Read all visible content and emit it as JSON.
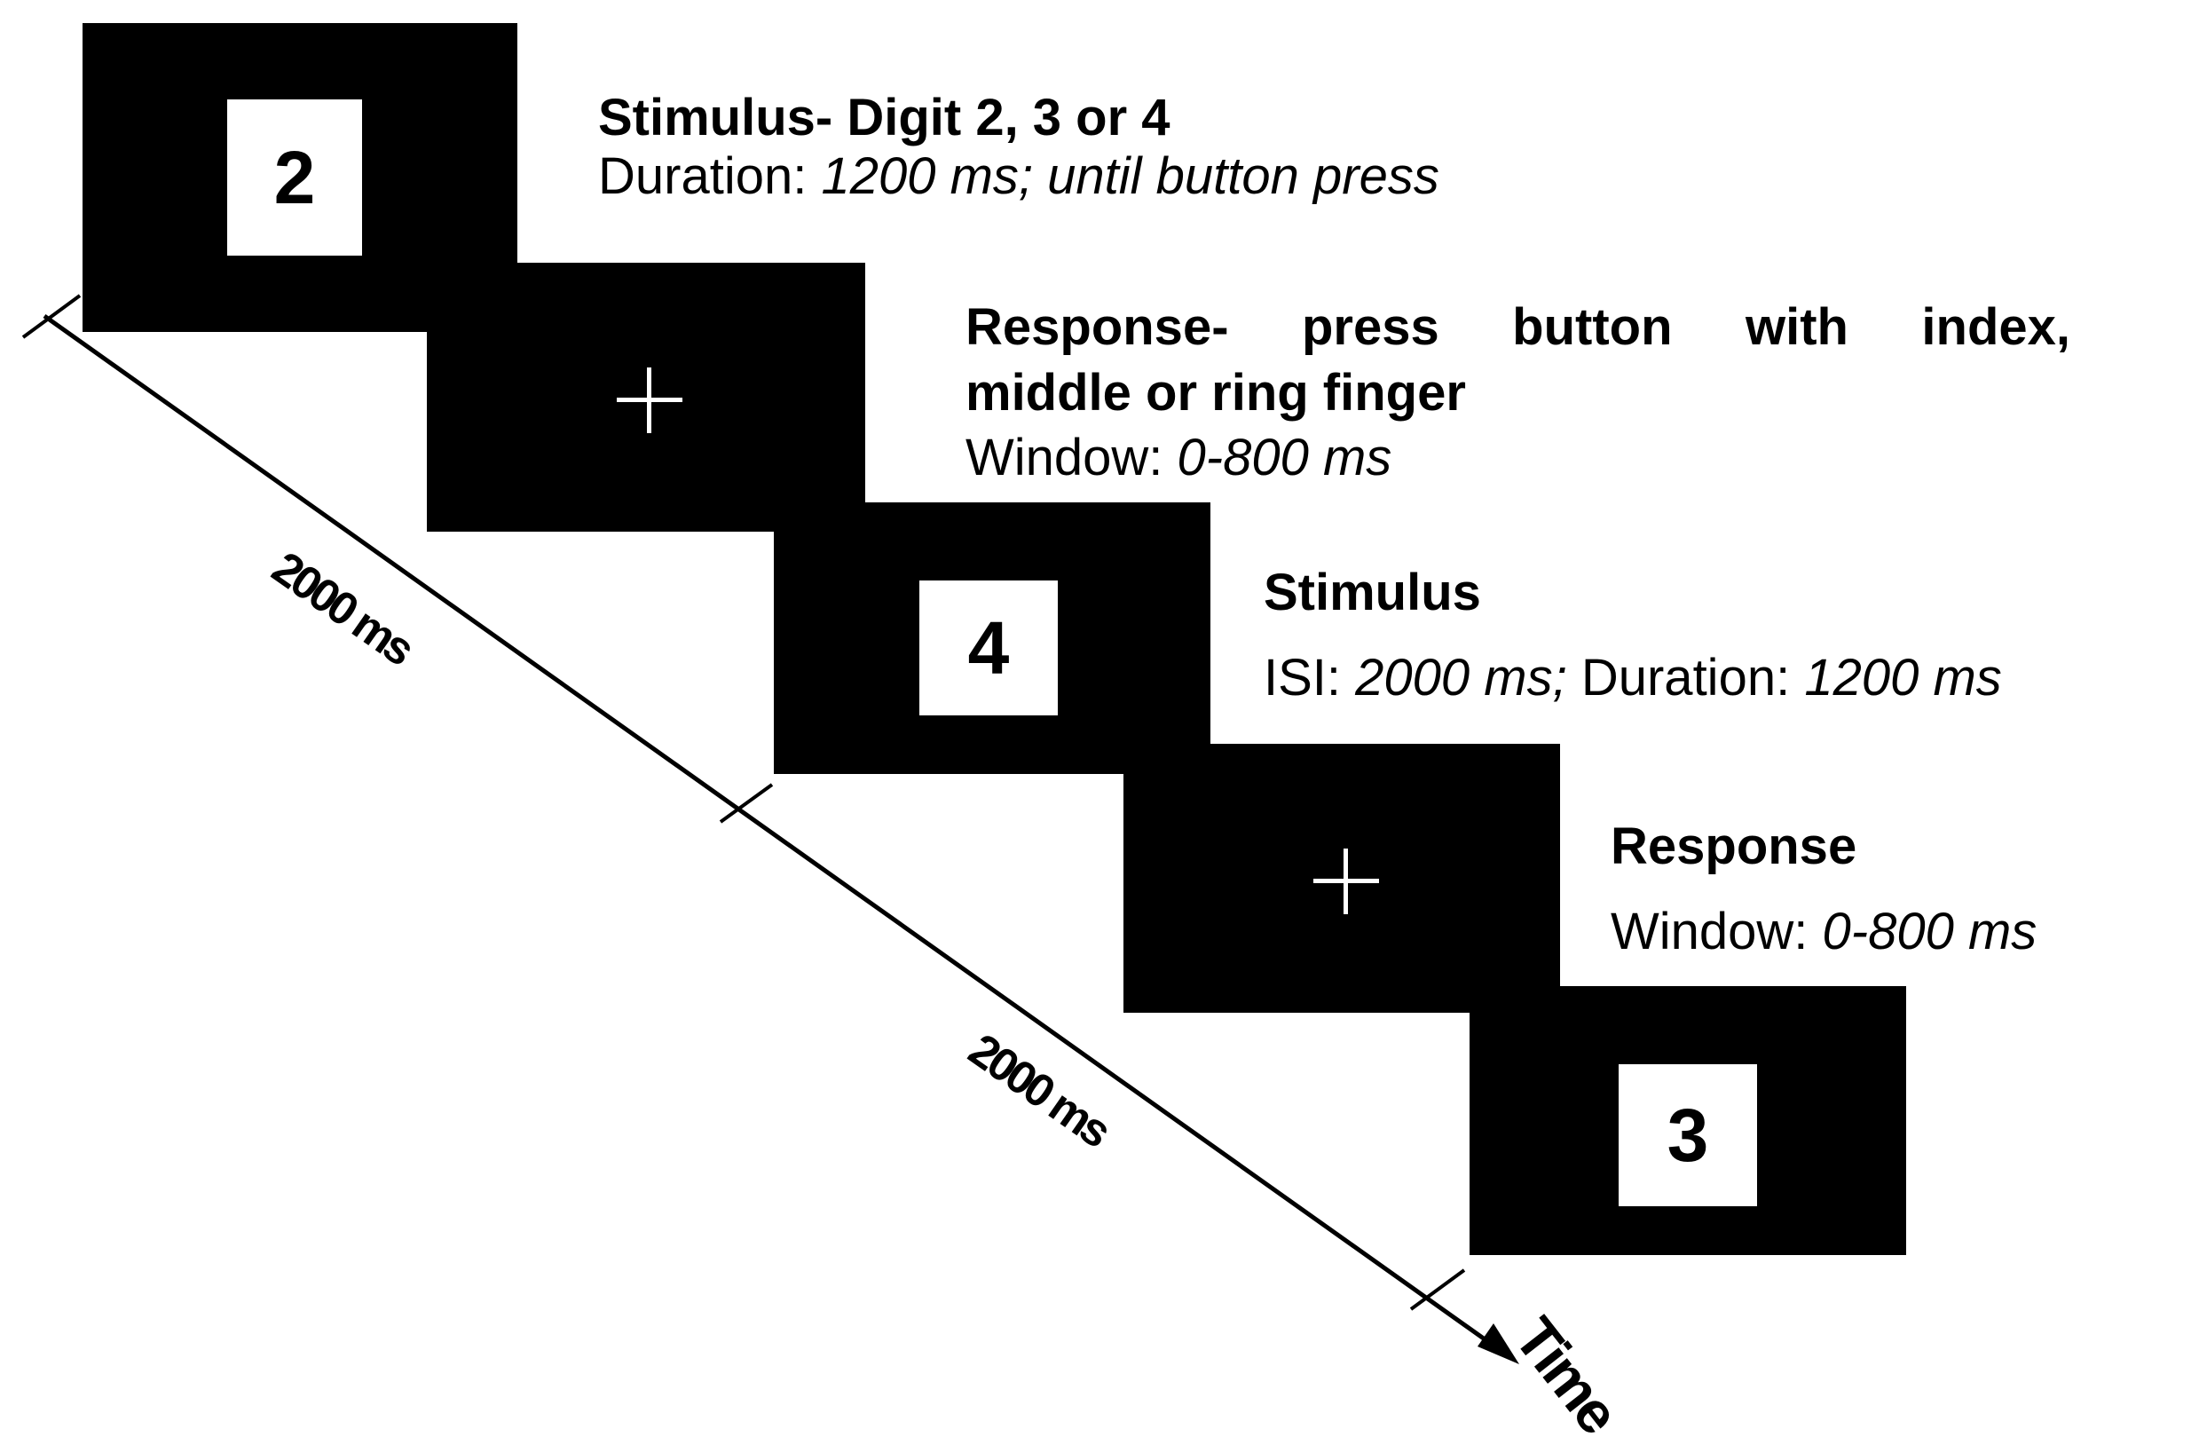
{
  "trials": [
    {
      "digit": "2",
      "title": "Stimulus- Digit 2, 3 or 4",
      "detail_prefix": "Duration: ",
      "detail_italic": "1200 ms; until button press"
    },
    {
      "title_line1": "Response- press button with index,",
      "title_line2": "middle or ring finger",
      "detail_prefix": "Window: ",
      "detail_italic": "0-800 ms"
    },
    {
      "digit": "4",
      "title": "Stimulus",
      "detail_prefix": "ISI: ",
      "detail_italic_1": "2000 ms;",
      "detail_middle": " Duration: ",
      "detail_italic_2": "1200 ms"
    },
    {
      "title": "Response",
      "detail_prefix": "Window: ",
      "detail_italic": "0-800 ms"
    },
    {
      "digit": "3"
    }
  ],
  "intervals": [
    "2000 ms",
    "2000 ms"
  ],
  "axis_label": "Time",
  "colors": {
    "screen": "#000000",
    "background": "#ffffff",
    "fixation": "#ffffff"
  }
}
